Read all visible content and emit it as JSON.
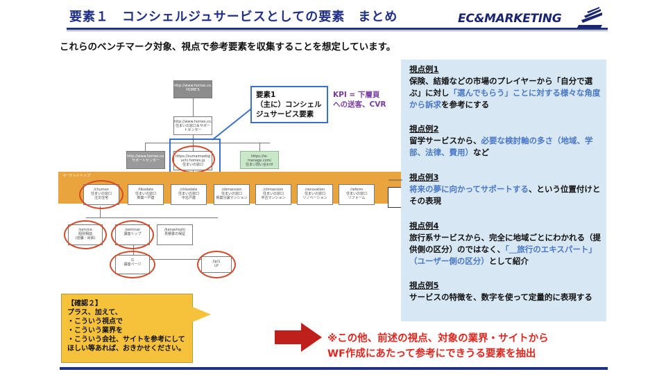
{
  "header": {
    "title": "要素１　コンシェルジュサービスとしての要素　まとめ",
    "logo_text": "EC&MARKETING"
  },
  "subtitle": "これらのベンチマーク対象、視点で参考要素を収集することを想定しています。",
  "sitemap": {
    "band_label": "マーケットトップ",
    "nodes": {
      "top": "http://www.homes.co.jp/\nHOME'S",
      "second": "http://www.homes.co.jp/\n住まいの窓口＆サポートセンター",
      "left_grey": "http://www.homes.co.jp/\nサポートセンター",
      "center": "https://sumaimadog uchi.homes.jp\n住まいの窓口",
      "right_green": "https://ie-manage.com/\n住まい問い合わせ",
      "band": [
        "/chumon\n住まいの窓口\n注文住宅",
        "/tikodate\n住まいの窓口\n新築一戸建",
        "/chkodate\n住まいの窓口\n中古戸建",
        "/sbmansion\n住まいの窓口\n新築分譲マンション",
        "/chmansion\n住まいの窓口\n中古マンション",
        "/renovation\n住まいの窓口\nリノベーション",
        "/reform\n住まいの窓口\nリフォーム"
      ],
      "lower": [
        "/service\n個別相談\n(店舗・出張)",
        "/seminar\n講座トップ",
        "/kanashoshi\n見積書の保証"
      ],
      "bottom_left": "/1\n講座ページ",
      "bottom_right": "/lp/1\nLP"
    }
  },
  "callout": {
    "title": "要素1",
    "body": "（主に）コンシェルジュサービス要素"
  },
  "kpi": {
    "line1": "KPI = 下層頁",
    "line2": "への送客、CVR"
  },
  "viewpoints": [
    {
      "heading": "視点例1",
      "parts": [
        {
          "t": "保険、結婚などの市場のプレイヤーから「自分で選ぶ」に対し",
          "accent": false
        },
        {
          "t": "「選んでもらう」ことに対する様々な角度から訴求",
          "accent": true
        },
        {
          "t": "を参考にする",
          "accent": false
        }
      ]
    },
    {
      "heading": "視点例2",
      "parts": [
        {
          "t": "留学サービスから、",
          "accent": false
        },
        {
          "t": "必要な検討軸の多さ（地域、学部、法律、費用）",
          "accent": true
        },
        {
          "t": "など",
          "accent": false
        }
      ]
    },
    {
      "heading": "視点例3",
      "parts": [
        {
          "t": "将来の夢に向かってサポートする",
          "accent": true
        },
        {
          "t": "、という位置付けとその表現",
          "accent": false
        }
      ]
    },
    {
      "heading": "視点例4",
      "parts": [
        {
          "t": "旅行系サービスから、完全に地域ごとにわかれる（提供側の区分）のではなく、",
          "accent": false
        },
        {
          "t": "「＿旅行のエキスパート」（ユーザー側の区分）",
          "accent": true
        },
        {
          "t": "として紹介",
          "accent": false
        }
      ]
    },
    {
      "heading": "視点例5",
      "parts": [
        {
          "t": "サービスの特徴を、数字を使って定量的に表現する",
          "accent": false
        }
      ]
    }
  ],
  "confirm": {
    "title": "【確認２】",
    "lines": [
      "プラス、加えて、",
      "・こういう視点で",
      "・こういう業界を",
      "・こういう会社、サイトを参考にして",
      "ほしい等あれば、おきかせください。"
    ]
  },
  "note": {
    "line1": "※この他、前述の視点、対象の業界・サイトから",
    "line2": "WF作成にあたって参考にできうる要素を抽出"
  },
  "colors": {
    "title": "#1f2f86",
    "accent_blue": "#4a78c8",
    "panel_bg": "#d7e7f4",
    "band_orange": "#e9a43d",
    "confirm_yellow": "#f6c23b",
    "note_red": "#e0261e",
    "kpi_purple": "#7a3ba0"
  }
}
